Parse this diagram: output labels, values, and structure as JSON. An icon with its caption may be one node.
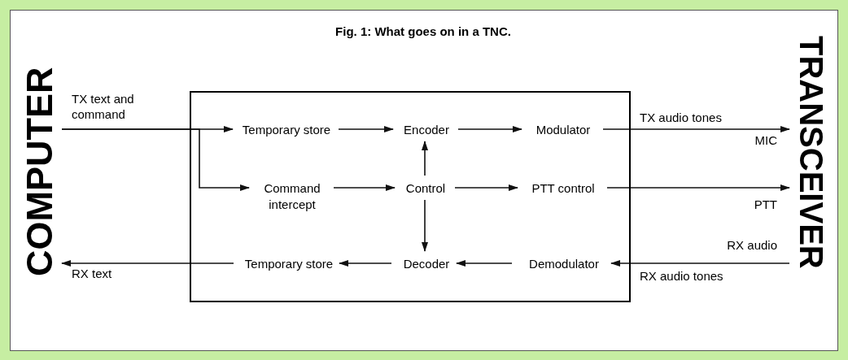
{
  "diagram": {
    "title": "Fig. 1: What goes on in a TNC.",
    "nodes": [
      {
        "text": [
          "COMPUTER"
        ]
      },
      {
        "text": [
          "TRANSCEIVER"
        ]
      },
      {
        "text": [],
        "shape": "box"
      },
      {
        "text": [
          "Temporary store"
        ],
        "in": 2
      },
      {
        "text": [
          "Encoder"
        ],
        "in": 2
      },
      {
        "text": [
          "Modulator"
        ],
        "in": 2
      },
      {
        "text": [
          "Command intercept"
        ],
        "in": 2
      },
      {
        "text": [
          "Control"
        ],
        "in": 2
      },
      {
        "text": [
          "PTT control"
        ],
        "in": 2
      },
      {
        "text": [
          "Temporary store"
        ],
        "in": 2
      },
      {
        "text": [
          "Decoder"
        ],
        "in": 2
      },
      {
        "text": [
          "Demodulator"
        ],
        "in": 2
      }
    ],
    "edges": [
      {
        "from": 0,
        "to": 3,
        "arrow": "to",
        "label": "TX text and command"
      },
      {
        "from": 0,
        "to": 6,
        "arrow": "to"
      },
      {
        "from": 3,
        "to": 4,
        "arrow": "to"
      },
      {
        "from": 4,
        "to": 5,
        "arrow": "to"
      },
      {
        "from": 6,
        "to": 7,
        "arrow": "to"
      },
      {
        "from": 7,
        "to": 8,
        "arrow": "to"
      },
      {
        "from": 7,
        "to": 4,
        "arrow": "to"
      },
      {
        "from": 7,
        "to": 10,
        "arrow": "to"
      },
      {
        "from": 11,
        "to": 10,
        "arrow": "to"
      },
      {
        "from": 10,
        "to": 9,
        "arrow": "to"
      },
      {
        "from": 9,
        "to": 0,
        "arrow": "to",
        "label": "RX text"
      },
      {
        "from": 5,
        "to": 1,
        "arrow": "to",
        "label": "TX audio tones"
      },
      {
        "from": 8,
        "to": 1,
        "arrow": "to"
      },
      {
        "from": 1,
        "to": 11,
        "arrow": "to",
        "label": "RX audio"
      }
    ],
    "labels": [
      "MIC",
      "PTT",
      "RX audio tones"
    ]
  }
}
